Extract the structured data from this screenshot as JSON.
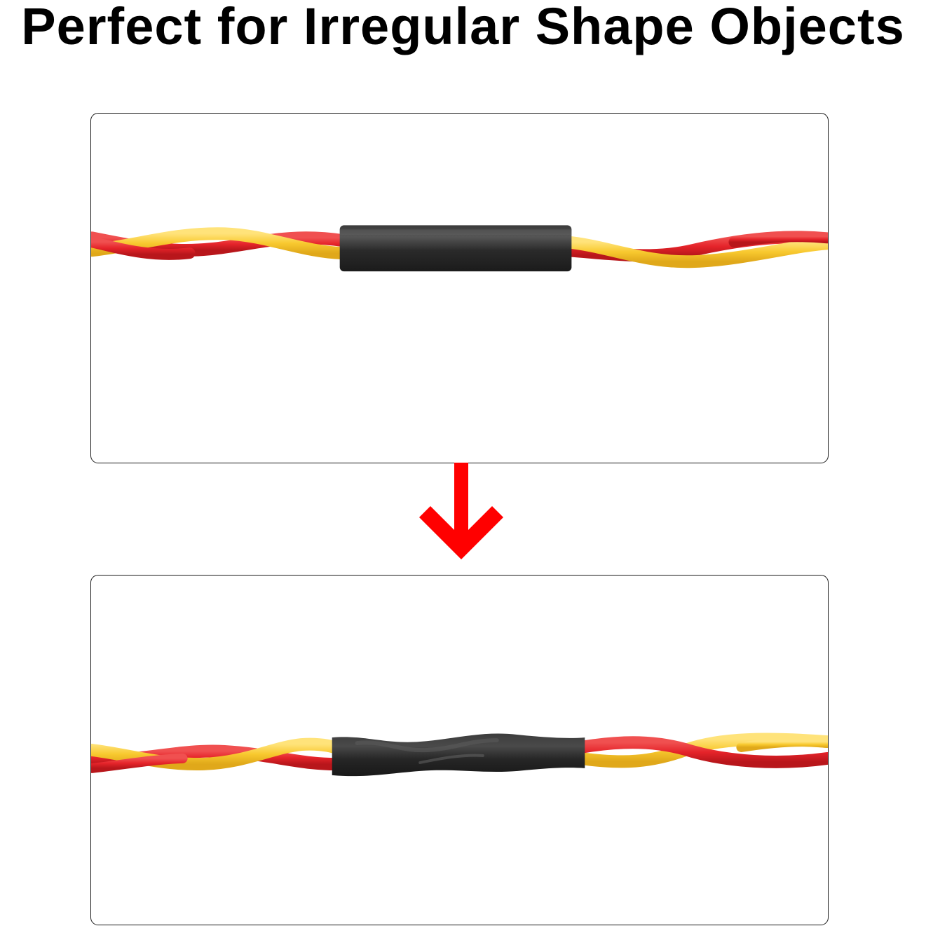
{
  "headline": "Perfect for Irregular Shape Objects",
  "colors": {
    "wire_red": "#e8262b",
    "wire_yellow": "#f7c932",
    "tube_black": "#2a2a2a",
    "arrow_red": "#ff0000",
    "panel_border": "#1a1a1a",
    "background": "#ffffff"
  },
  "panels": [
    {
      "state": "before-shrink",
      "icon": "straight-heat-shrink-tube-on-twisted-wires"
    },
    {
      "state": "after-shrink",
      "icon": "shrunk-heat-shrink-tube-conforming-to-twisted-wires"
    }
  ],
  "arrow_icon": "down-arrow-icon"
}
